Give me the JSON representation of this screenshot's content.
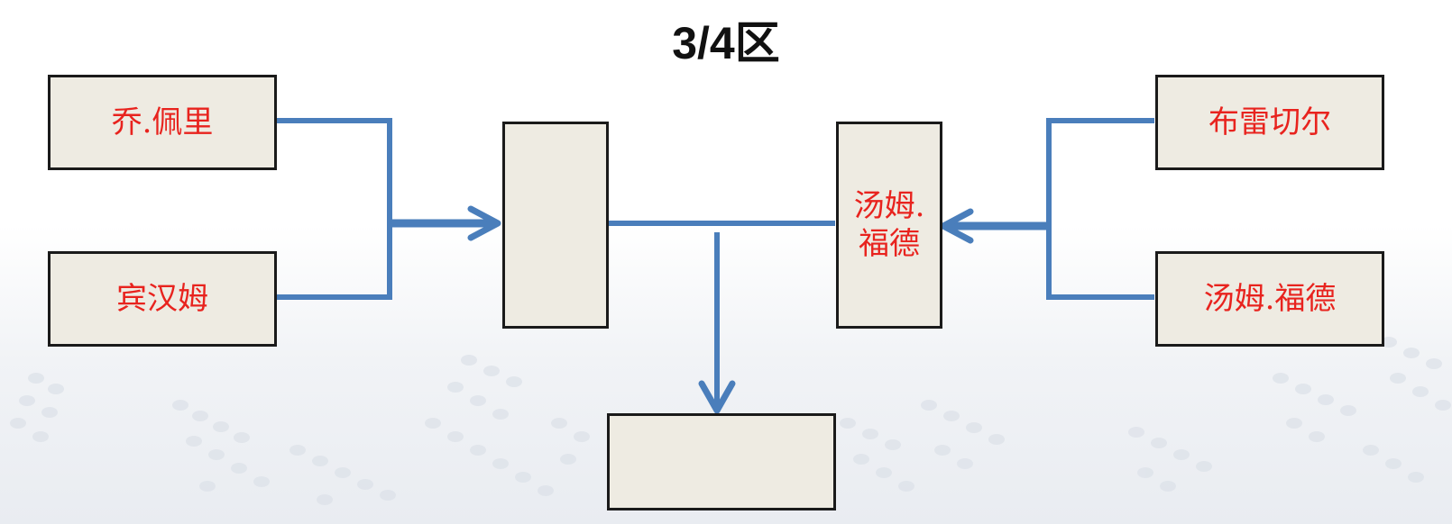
{
  "title": "3/4区",
  "bracket": {
    "left_entrants": [
      "乔.佩里",
      "宾汉姆"
    ],
    "right_entrants": [
      "布雷切尔",
      "汤姆.福德"
    ],
    "left_semifinal_winner": "",
    "right_semifinal_winner_line1": "汤姆.",
    "right_semifinal_winner_line2": "福德",
    "final_winner": ""
  },
  "colors": {
    "connector": "#4a7ebb",
    "box_fill": "#eeebe2",
    "box_border": "#1a1a1a",
    "name_text": "#e8231e",
    "title_text": "#111111"
  }
}
